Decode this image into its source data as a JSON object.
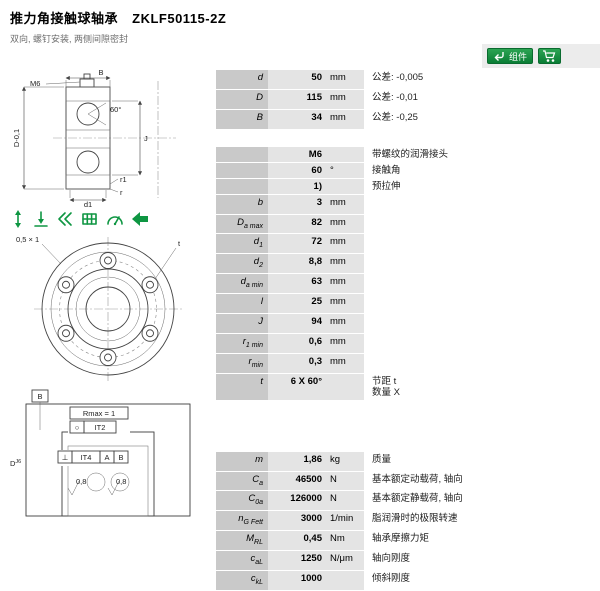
{
  "header": {
    "title": "推力角接触球轴承",
    "code": "ZKLF50115-2Z",
    "subtitle": "双向, 螺钉安装, 两侧间隙密封"
  },
  "toolbar": {
    "component_label": "组件",
    "icons": [
      "return-arrow-icon",
      "cart-icon"
    ]
  },
  "colors": {
    "accent_green": "#0e9642",
    "label_bg": "#c9c9c9",
    "value_bg": "#e4e4e4"
  },
  "capability_icons": [
    "axial-load-both-directions-icon",
    "axial-load-icon",
    "angle-marks-icon",
    "grid-icon",
    "speed-gauge-icon",
    "arrow-left-icon"
  ],
  "drawings": {
    "cross_section": {
      "labels": {
        "b": "B",
        "m6": "M6",
        "angle": "60°",
        "d": "D-0,1",
        "j": "J",
        "d1": "d1",
        "r": "r",
        "r1": "r1"
      }
    },
    "front_view": {
      "labels": {
        "chamfer": "0,5 × 1",
        "t": "t"
      }
    },
    "mounting": {
      "labels": {
        "datum_b": "B",
        "rmax": "Rmax = 1",
        "roundness_symbol": "○",
        "roundness_tol": "IT2",
        "perp_symbol": "⊥",
        "perp_tol": "IT4",
        "datum_a": "A",
        "datum_b_ref": "B",
        "ra_left": "0,8",
        "ra_right": "0,8",
        "fit_base": "D",
        "fit_tol": "J6"
      }
    }
  },
  "specs": {
    "group1": [
      {
        "base": "d",
        "value": "50",
        "unit": "mm",
        "desc": "公差: -0,005"
      },
      {
        "base": "D",
        "value": "115",
        "unit": "mm",
        "desc": "公差: -0,01"
      },
      {
        "base": "B",
        "value": "34",
        "unit": "mm",
        "desc": "公差: -0,25"
      }
    ],
    "group2": [
      {
        "base": "",
        "value": "M6",
        "unit": "",
        "desc": "带螺纹的润滑接头"
      },
      {
        "base": "",
        "value": "60",
        "unit": "°",
        "desc": "接触角"
      },
      {
        "base": "",
        "value": "1)",
        "unit": "",
        "desc": "预拉伸"
      },
      {
        "base": "b",
        "value": "3",
        "unit": "mm",
        "desc": ""
      },
      {
        "base": "D",
        "sub": "a max",
        "value": "82",
        "unit": "mm",
        "desc": ""
      },
      {
        "base": "d",
        "sub": "1",
        "value": "72",
        "unit": "mm",
        "desc": ""
      },
      {
        "base": "d",
        "sub": "2",
        "value": "8,8",
        "unit": "mm",
        "desc": ""
      },
      {
        "base": "d",
        "sub": "a min",
        "value": "63",
        "unit": "mm",
        "desc": ""
      },
      {
        "base": "l",
        "value": "25",
        "unit": "mm",
        "desc": ""
      },
      {
        "base": "J",
        "value": "94",
        "unit": "mm",
        "desc": ""
      },
      {
        "base": "r",
        "sub": "1 min",
        "value": "0,6",
        "unit": "mm",
        "desc": ""
      },
      {
        "base": "r",
        "sub": "min",
        "value": "0,3",
        "unit": "mm",
        "desc": ""
      },
      {
        "base": "t",
        "value": "6 X 60°",
        "unit": "",
        "desc": "节距 t",
        "desc2": "数量 X"
      }
    ],
    "group3": [
      {
        "base": "m",
        "value": "1,86",
        "unit": "kg",
        "desc": "质量"
      },
      {
        "base": "C",
        "sub": "a",
        "value": "46500",
        "unit": "N",
        "desc": "基本额定动载荷, 轴向"
      },
      {
        "base": "C",
        "sub": "0a",
        "value": "126000",
        "unit": "N",
        "desc": "基本额定静载荷, 轴向"
      },
      {
        "base": "n",
        "sub": "G Fett",
        "value": "3000",
        "unit": "1/min",
        "desc": "脂润滑时的极限转速"
      },
      {
        "base": "M",
        "sub": "RL",
        "value": "0,45",
        "unit": "Nm",
        "desc": "轴承摩擦力矩"
      },
      {
        "base": "c",
        "sub": "aL",
        "value": "1250",
        "unit": "N/μm",
        "desc": "轴向刚度"
      },
      {
        "base": "c",
        "sub": "kL",
        "value": "1000",
        "unit": "",
        "desc": "倾斜刚度"
      }
    ]
  }
}
